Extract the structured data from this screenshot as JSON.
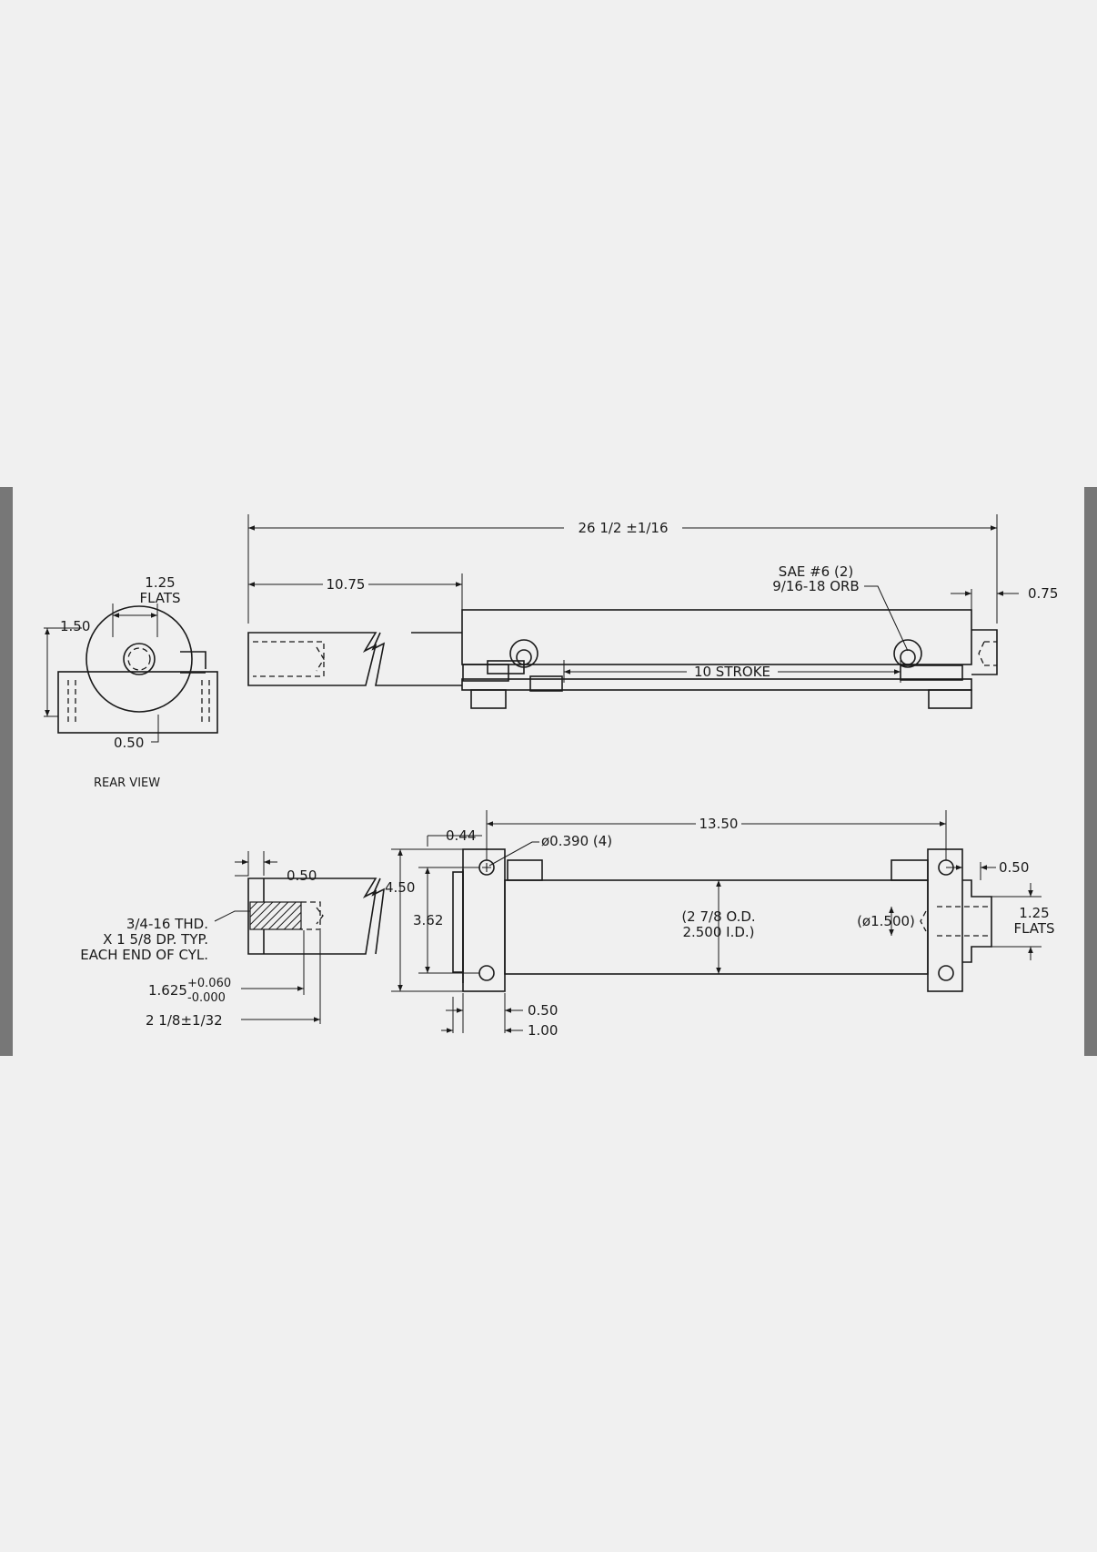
{
  "rear_view": {
    "title": "REAR VIEW",
    "dim_flats_value": "1.25",
    "dim_flats_label": "FLATS",
    "dim_height": "1.50",
    "dim_offset": "0.50"
  },
  "side_view": {
    "overall_length": "26 1/2 ±1/16",
    "rod_length": "10.75",
    "port_label_1": "SAE #6 (2)",
    "port_label_2": "9/16-18 ORB",
    "right_offset": "0.75",
    "stroke": "10 STROKE"
  },
  "bottom_view": {
    "rod_offset": "0.50",
    "thread_line_1": "3/4-16 THD.",
    "thread_line_2": "X 1 5/8 DP. TYP.",
    "thread_line_3": "EACH END OF CYL.",
    "bore_base": "1.625",
    "bore_tol_plus": "+0.060",
    "bore_tol_minus": "-0.000",
    "end_length": "2 1/8±1/32",
    "plate_offset": "0.44",
    "hole_dia": "ø0.390 (4)",
    "hole_spacing": "13.50",
    "plate_height": "4.50",
    "hole_height": "3.62",
    "tube_od": "(2 7/8 O.D.",
    "tube_id": "2.500 I.D.)",
    "pin_dia": "(ø1.500)",
    "right_offset": "0.50",
    "flats_value": "1.25",
    "flats_label": "FLATS",
    "plate_thk": "0.50",
    "plate_width": "1.00"
  }
}
